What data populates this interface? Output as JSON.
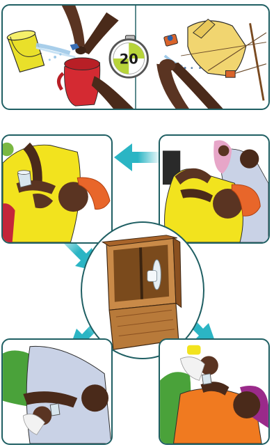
{
  "top_panel": {
    "timer_value": "20",
    "scenes": [
      "pouring-water-into-jug",
      "washing-hands-with-tippy-tap"
    ]
  },
  "flow": {
    "steps": [
      "mother-preparing-to-express-milk",
      "mother-expressing-milk-into-cup",
      "milk-stored-in-covered-cupboard",
      "caregiver-feeding-baby-with-cup",
      "mother-feeding-baby-with-cup"
    ]
  },
  "colors": {
    "frame": "#1f5f63",
    "arrow": "#2bb5c4",
    "headwrap": "#e8662a",
    "shirt_yellow": "#f2e31e",
    "cupboard": "#a8642a"
  }
}
